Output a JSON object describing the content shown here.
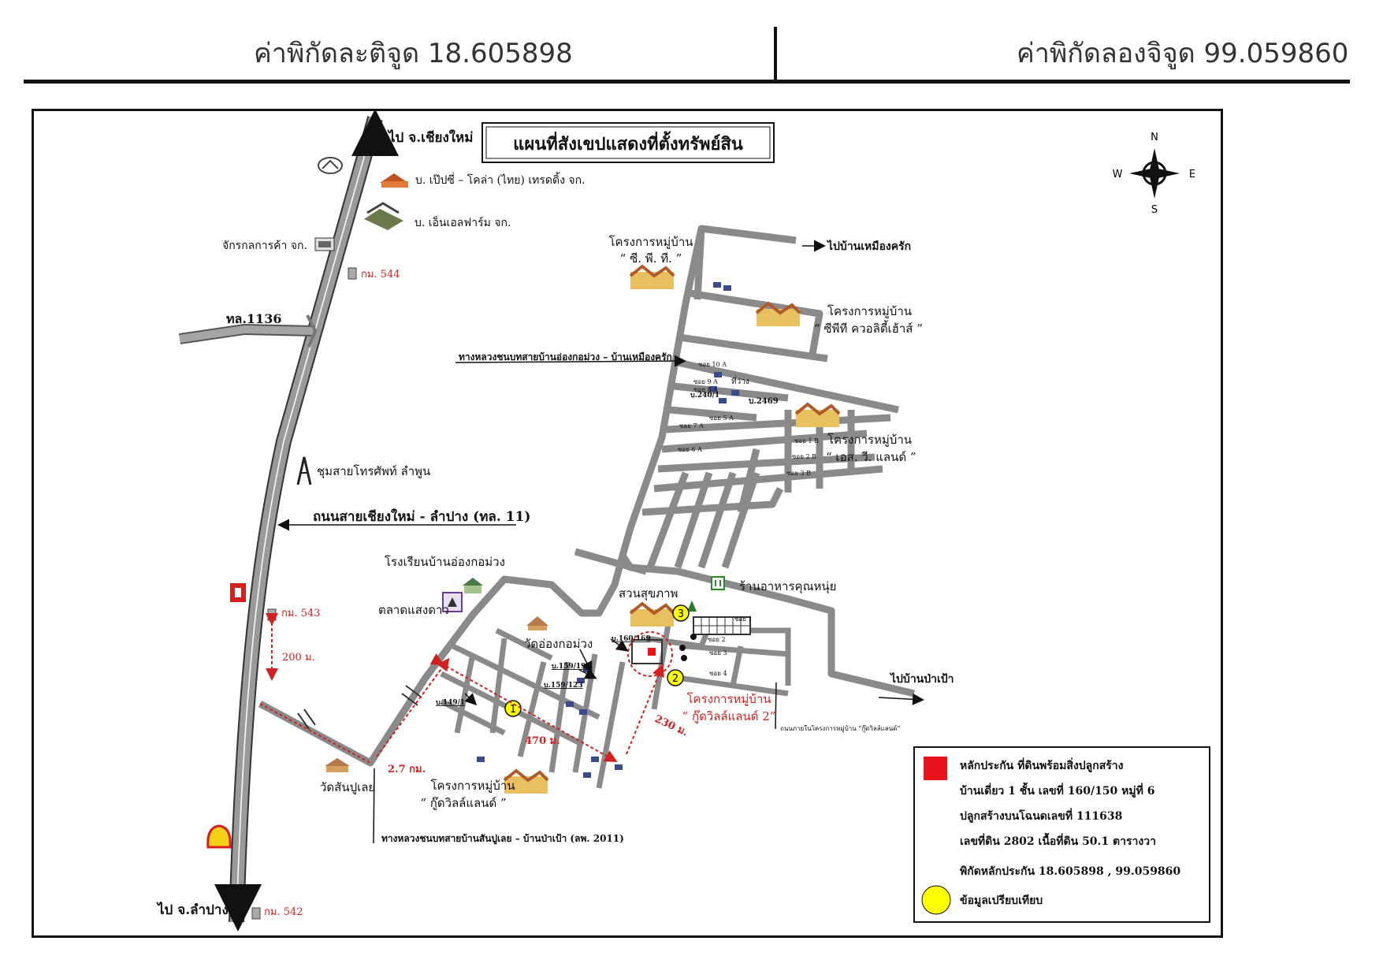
{
  "header": {
    "latitude": "ค่าพิกัดละติจูด 18.605898",
    "longitude": "ค่าพิกัดลองจิจูด 99.059860"
  },
  "map": {
    "title": "แผนที่สังเขปแสดงที่ตั้งทรัพย์สิน",
    "compass": {
      "n": "N",
      "s": "S",
      "e": "E",
      "w": "W"
    },
    "labels": {
      "to_chiangmai": "ไป จ.เชียงใหม่",
      "to_lampang": "ไป จ.ลำปาง",
      "pepsi": "บ. เป๊ปซี่ – โคล่า (ไทย) เทรดดิ้ง จก.",
      "nl_farm": "บ. เอ็นเอลฟาร์ม จก.",
      "machinery": "จักรกลการค้า จก.",
      "km544": "กม. 544",
      "km543": "กม. 543",
      "km542": "กม. 542",
      "route1136": "ทล.1136",
      "telecom": "ชุมสายโทรศัพท์ ลำพูน",
      "highway11": "ถนนสายเชียงใหม่ - ลำปาง  (ทล. 11)",
      "rural_road_north": "ทางหลวงชนบทสายบ้านอ่องกอม่วง – บ้านเหมืองครัก",
      "rural_road_south": "ทางหลวงชนบทสายบ้านสันปูเลย – บ้านป่าเป้า (ลพ. 2011)",
      "to_muang_krak": "ไปบ้านเหมืองครัก",
      "to_pa_pao": "ไปบ้านป่าเป้า",
      "proj_cpt_1": "โครงการหมู่บ้าน",
      "proj_cpt_2": "“ ซี. พี. ที. ”",
      "proj_cpt_q_1": "โครงการหมู่บ้าน",
      "proj_cpt_q_2": "“ ซีพีที ควอลิตี้เฮ้าส์ ”",
      "proj_sv_1": "โครงการหมู่บ้าน",
      "proj_sv_2": "“ เอส. วี. แลนด์ ”",
      "proj_goodville2_1": "โครงการหมู่บ้าน",
      "proj_goodville2_2": "“ กู๊ดวิลล์แลนด์ 2”",
      "proj_goodville_1": "โครงการหมู่บ้าน",
      "proj_goodville_2": "“ กู๊ดวิลล์แลนด์ ”",
      "school": "โรงเรียนบ้านอ่องกอม่วง",
      "market": "ตลาดแสงดาว",
      "wat_ong": "วัดอ่องกอม่วง",
      "wat_sanpulei": "วัดสันปูเลย",
      "park": "สวนสุขภาพ",
      "restaurant": "ร้านอาหารคุณหนุ่ย",
      "dist_200": "200 ม.",
      "dist_27": "2.7 กม.",
      "dist_470": "470 ม.",
      "dist_230": "230 ม.",
      "house_160": "บ.160/169",
      "house_159_191": "บ.159/191",
      "house_159_123": "บ.159/123",
      "house_149": "บ.149/1",
      "house_2469": "บ.2469",
      "house_240": "บ.240/1",
      "empty_lot": "ที่ว่าง",
      "goodville_road": "ถนนภายในโครงการหมู่บ้าน “กู๊ดวิลล์แลนด์”",
      "soi1": "ซอย 1",
      "soi2": "ซอย 2",
      "soi3": "ซอย 3",
      "soi4": "ซอย 4",
      "soi5a": "ซอย 5 A",
      "soi6a": "ซอย 6 A",
      "soi7a": "ซอย 7 A",
      "soi8a": "ซอย 8 A",
      "soi9a": "ซอย 9 A",
      "soi10a": "ซอย 10 A",
      "soi1b": "ซอย 1 B",
      "soi2b": "ซอย 2 B",
      "soi3b": "ซอย 3 B",
      "marker1": "1",
      "marker2": "2",
      "marker3": "3"
    },
    "legend": {
      "collateral_1": "หลักประกัน  ที่ดินพร้อมสิ่งปลูกสร้าง",
      "collateral_2": "บ้านเดี่ยว 1 ชั้น  เลขที่ 160/150  หมู่ที่ 6",
      "collateral_3": "ปลูกสร้างบนโฉนดเลขที่  111638",
      "collateral_4": "เลขที่ดิน  2802  เนื้อที่ดิน  50.1  ตารางวา",
      "collateral_5": "พิกัดหลักประกัน  18.605898 , 99.059860",
      "comparable": "ข้อมูลเปรียบเทียบ"
    },
    "colors": {
      "road": "#8a8a8a",
      "collateral": "#e8141b",
      "comparable": "#ffff00",
      "annotation_red": "#d21f1f"
    }
  }
}
